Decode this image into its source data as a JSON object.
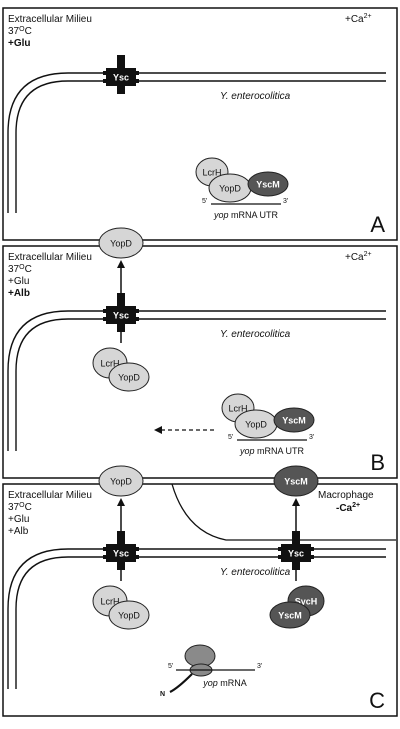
{
  "panels": [
    {
      "letter": "A",
      "env_lines": [
        {
          "text": "Extracellular Milieu",
          "bold": false
        },
        {
          "text": "37ºC",
          "bold": false
        },
        {
          "text": "+Glu",
          "bold": true
        }
      ],
      "ca_label": {
        "text": "+Ca2+",
        "bold": false
      },
      "secretion_gates": [
        {
          "name": "ysc-channel",
          "label": "Ysc",
          "exported_protein": null
        }
      ],
      "bacterium_label": "Y. enterocolitica",
      "membrane_complex": null,
      "mrna_complexes": [
        {
          "proteins": [
            "LcrH",
            "YopD",
            "YscM"
          ],
          "five_prime": "5'",
          "three_prime": "3'",
          "mrna_label": "yop mRNA UTR",
          "dashed_arrow": false
        }
      ],
      "ribosome": null
    },
    {
      "letter": "B",
      "env_lines": [
        {
          "text": "Extracellular Milieu",
          "bold": false
        },
        {
          "text": "37ºC",
          "bold": false
        },
        {
          "text": "+Glu",
          "bold": false
        },
        {
          "text": "+Alb",
          "bold": true
        }
      ],
      "ca_label": {
        "text": "+Ca2+",
        "bold": false
      },
      "secretion_gates": [
        {
          "name": "ysc-channel",
          "label": "Ysc",
          "exported_protein": "YopD"
        }
      ],
      "bacterium_label": "Y. enterocolitica",
      "membrane_complex": {
        "proteins": [
          "LcrH",
          "YopD"
        ]
      },
      "mrna_complexes": [
        {
          "proteins": [
            "LcrH",
            "YopD",
            "YscM"
          ],
          "five_prime": "5'",
          "three_prime": "3'",
          "mrna_label": "yop mRNA UTR",
          "dashed_arrow": true
        }
      ],
      "ribosome": null
    },
    {
      "letter": "C",
      "env_lines": [
        {
          "text": "Extracellular Milieu",
          "bold": false
        },
        {
          "text": "37ºC",
          "bold": false
        },
        {
          "text": "+Glu",
          "bold": false
        },
        {
          "text": "+Alb",
          "bold": false
        }
      ],
      "ca_label": null,
      "macrophage": {
        "title": "Macrophage",
        "ca": "-Ca2+"
      },
      "secretion_gates": [
        {
          "name": "ysc-channel-left",
          "label": "Ysc",
          "exported_protein": "YopD"
        },
        {
          "name": "ysc-channel-right",
          "label": "Ysc",
          "exported_protein": "YscM"
        }
      ],
      "bacterium_label": "Y. enterocolitica",
      "membrane_complex": {
        "proteins": [
          "LcrH",
          "YopD"
        ]
      },
      "sych_complex": {
        "proteins": [
          "SycH",
          "YscM"
        ]
      },
      "mrna_complexes": [],
      "ribosome": {
        "five_prime": "5'",
        "three_prime": "3'",
        "n_terminus": "N",
        "mrna_label": "yop mRNA"
      }
    }
  ]
}
